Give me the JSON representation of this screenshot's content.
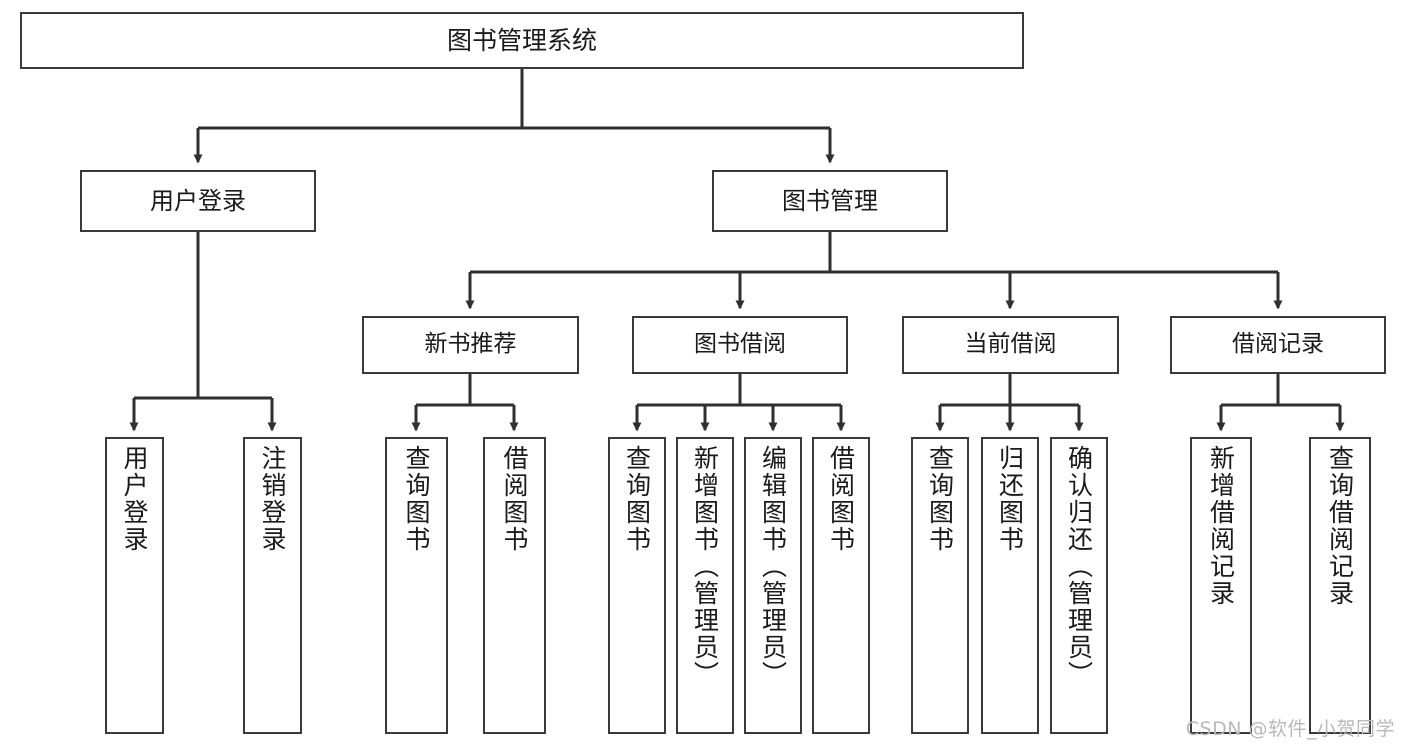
{
  "diagram": {
    "title": "图书管理系统",
    "type": "tree-hierarchy",
    "root": {
      "label": "图书管理系统"
    },
    "level1": [
      {
        "label": "用户登录"
      },
      {
        "label": "图书管理"
      }
    ],
    "level2": [
      {
        "label": "新书推荐"
      },
      {
        "label": "图书借阅"
      },
      {
        "label": "当前借阅"
      },
      {
        "label": "借阅记录"
      }
    ],
    "leaves": {
      "user_login": [
        {
          "label": "用户登录"
        },
        {
          "label": "注销登录"
        }
      ],
      "new_book": [
        {
          "label": "查询图书"
        },
        {
          "label": "借阅图书"
        }
      ],
      "book_borrow": [
        {
          "label": "查询图书"
        },
        {
          "label": "新增图书（管理员）"
        },
        {
          "label": "编辑图书（管理员）"
        },
        {
          "label": "借阅图书"
        }
      ],
      "current_borrow": [
        {
          "label": "查询图书"
        },
        {
          "label": "归还图书"
        },
        {
          "label": "确认归还（管理员）"
        }
      ],
      "borrow_record": [
        {
          "label": "新增借阅记录"
        },
        {
          "label": "查询借阅记录"
        }
      ]
    },
    "colors": {
      "border": "#3a3a3a",
      "background": "#ffffff",
      "text": "#1a1a1a",
      "watermark": "#b9b9b9"
    }
  },
  "watermark": {
    "text": "CSDN @软件_小贺同学"
  }
}
